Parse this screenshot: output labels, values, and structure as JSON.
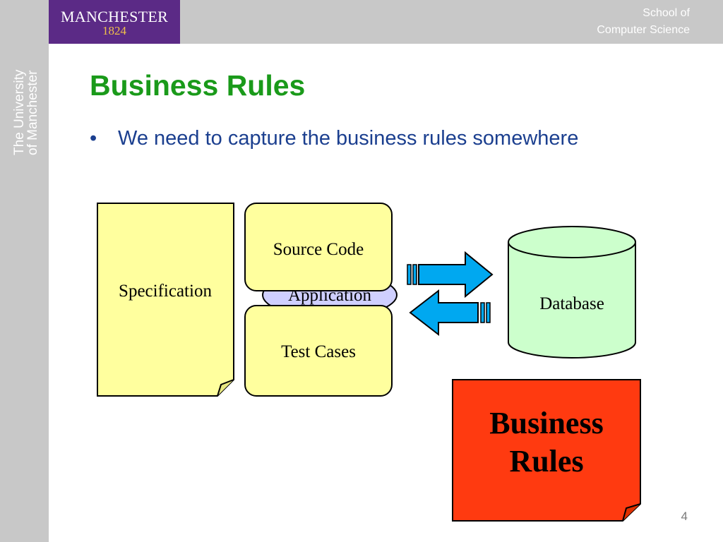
{
  "header": {
    "logo_name": "MANCHESTER",
    "logo_year": "1824",
    "school_line1": "School of",
    "school_line2": "Computer Science"
  },
  "sidebar": {
    "line1": "The University",
    "line2": "of Manchester"
  },
  "slide": {
    "title": "Business Rules",
    "bullet": "We need to capture the business rules somewhere",
    "page_number": "4"
  },
  "diagram": {
    "specification": "Specification",
    "source_code": "Source Code",
    "application": "Application",
    "test_cases": "Test Cases",
    "database": "Database",
    "business_rules_line1": "Business",
    "business_rules_line2": "Rules"
  },
  "colors": {
    "title_green": "#1a9a1a",
    "bullet_blue": "#1b3f8f",
    "note_yellow": "#ffff9e",
    "database_green": "#ccffcc",
    "application_lavender": "#cfcfff",
    "arrow_cyan": "#00a8f0",
    "business_red": "#ff3a10",
    "manchester_purple": "#5b2a86"
  }
}
